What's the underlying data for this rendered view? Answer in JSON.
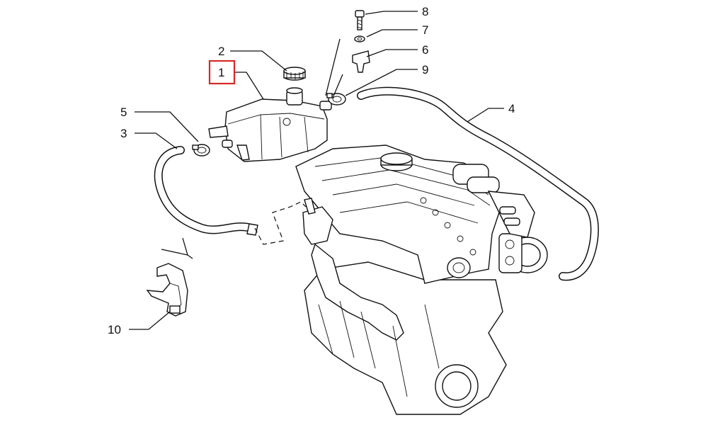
{
  "diagram": {
    "callouts": [
      {
        "id": "1",
        "label": "1",
        "highlighted": true
      },
      {
        "id": "2",
        "label": "2"
      },
      {
        "id": "3",
        "label": "3"
      },
      {
        "id": "4",
        "label": "4"
      },
      {
        "id": "5",
        "label": "5"
      },
      {
        "id": "6",
        "label": "6"
      },
      {
        "id": "7",
        "label": "7"
      },
      {
        "id": "8",
        "label": "8"
      },
      {
        "id": "9",
        "label": "9"
      },
      {
        "id": "10",
        "label": "10"
      }
    ],
    "colors": {
      "line": "#111111",
      "background": "#ffffff",
      "highlight": "#d62828"
    }
  }
}
